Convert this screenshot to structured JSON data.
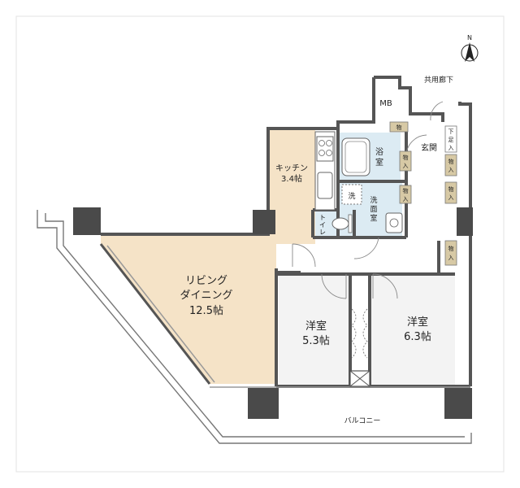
{
  "compass": {
    "label": "N"
  },
  "rooms": {
    "kitchen": {
      "name": "キッチン",
      "size": "3.4帖"
    },
    "living": {
      "name_line1": "リビング",
      "name_line2": "ダイニング",
      "size": "12.5帖"
    },
    "western_a": {
      "name": "洋室",
      "size": "5.3帖"
    },
    "western_b": {
      "name": "洋室",
      "size": "6.3帖"
    },
    "bath": {
      "char1": "浴",
      "char2": "室"
    },
    "washroom": {
      "char1": "洗",
      "char2": "面",
      "char3": "室"
    },
    "washer": {
      "label": "洗"
    },
    "toilet": {
      "char1": "ト",
      "char2": "イ",
      "char3": "レ"
    },
    "entrance": {
      "label": "玄関"
    },
    "shoe_closet": {
      "char1": "下",
      "char2": "足",
      "char3": "入"
    }
  },
  "labels": {
    "corridor": "共用廊下",
    "mb": "MB",
    "balcony": "バルコニー",
    "storage_char1": "物",
    "storage_char2": "入"
  },
  "colors": {
    "living_fill": "#f5e3c7",
    "wet_area_fill": "#dcebf3",
    "wall": "#555555",
    "pillar": "#4a4a4a",
    "closet_fill": "#d7c9a5"
  }
}
